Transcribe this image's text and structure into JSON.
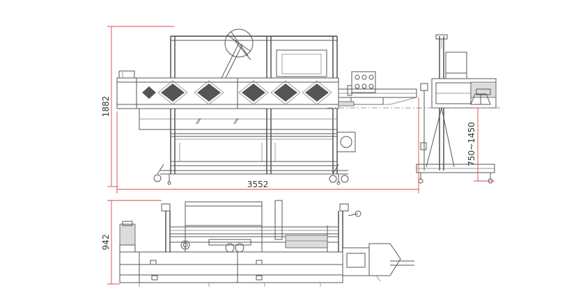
{
  "dimensions": {
    "side_height": "1882",
    "side_length": "3552",
    "end_height": "750~1450",
    "top_width": "942"
  },
  "colors": {
    "dimension_line": "#d44a4a",
    "machine_line": "#555555",
    "background": "#ffffff"
  }
}
